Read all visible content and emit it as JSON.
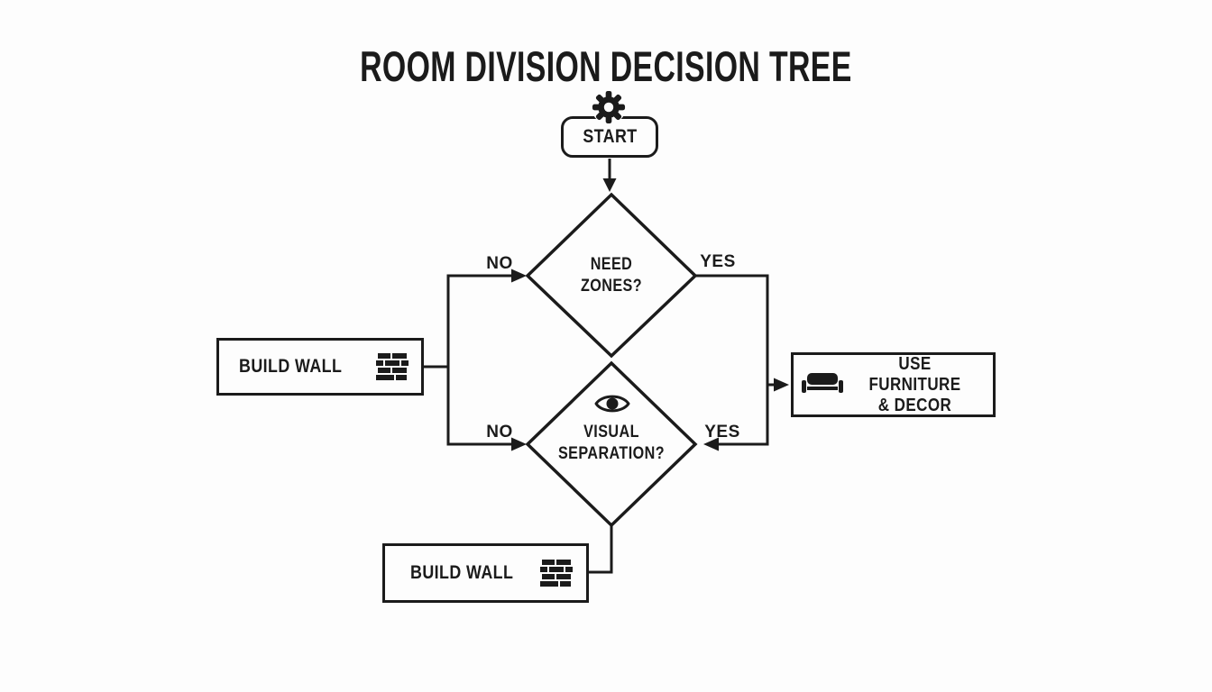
{
  "title": "ROOM DIVISION DECISION TREE",
  "colors": {
    "ink": "#1b1b1b",
    "background": "#fdfdfd"
  },
  "nodes": {
    "start": {
      "label": "START",
      "icon": "gear-icon"
    },
    "need_zones": {
      "line1": "NEED",
      "line2": "ZONES?"
    },
    "visual_separation": {
      "line1": "VISUAL",
      "line2": "SEPARATION?",
      "icon": "eye-icon"
    },
    "build_wall_left": {
      "label": "BUILD WALL",
      "icon": "brick-wall-icon"
    },
    "use_furniture": {
      "line1": "USE FURNITURE",
      "line2": "& DECOR",
      "icon": "sofa-icon"
    },
    "build_wall_bottom": {
      "label": "BUILD WALL",
      "icon": "brick-wall-icon"
    }
  },
  "edge_labels": {
    "need_zones_no": "NO",
    "need_zones_yes": "YES",
    "visual_separation_no": "NO",
    "visual_separation_yes": "YES"
  }
}
